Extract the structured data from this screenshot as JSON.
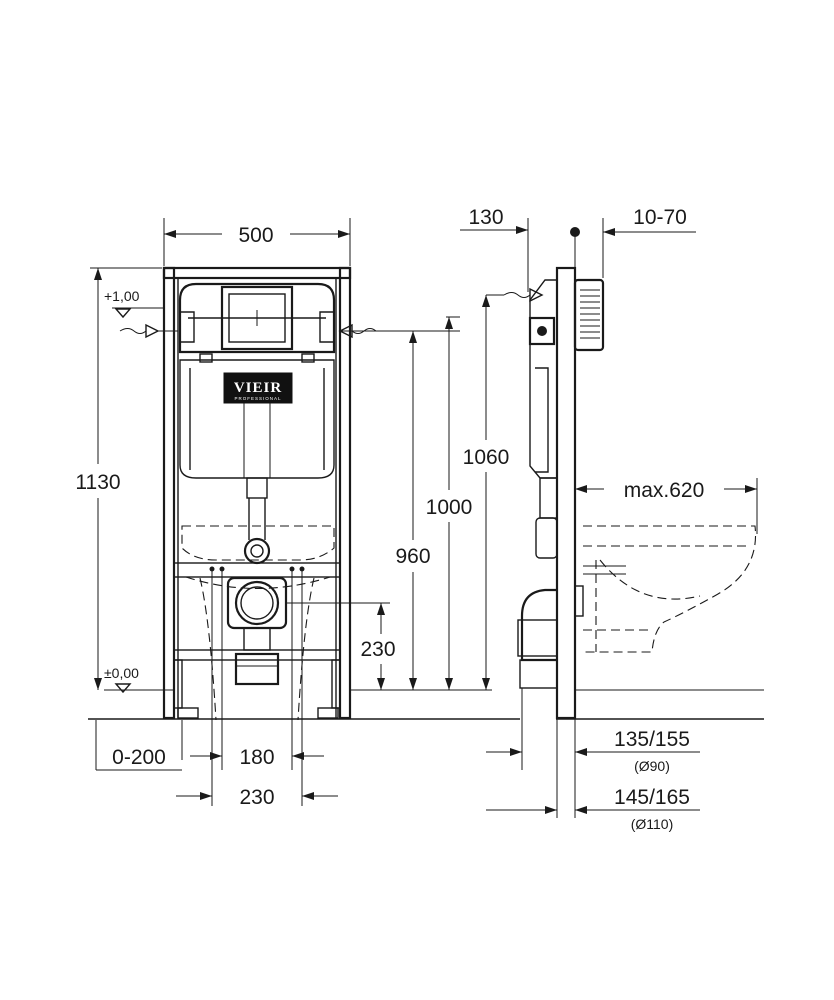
{
  "front_view": {
    "width": "500",
    "height": "1130",
    "level_top": "+1,00",
    "level_zero": "±0,00",
    "inlet_height": "1000",
    "outlet_center_height": "960",
    "drain_height": "230",
    "foot_adjust": "0-200",
    "fixing_spacing": "180",
    "drain_spacing": "230",
    "logo_text": "VIEIR",
    "logo_subtext": "PROFESSIONAL"
  },
  "side_view": {
    "inlet_offset": "130",
    "wall_cover": "10-70",
    "frame_height": "1060",
    "bowl_projection": "max.620",
    "depth_small": "135/155",
    "depth_small_pipe": "(Ø90)",
    "depth_large": "145/165",
    "depth_large_pipe": "(Ø110)"
  }
}
